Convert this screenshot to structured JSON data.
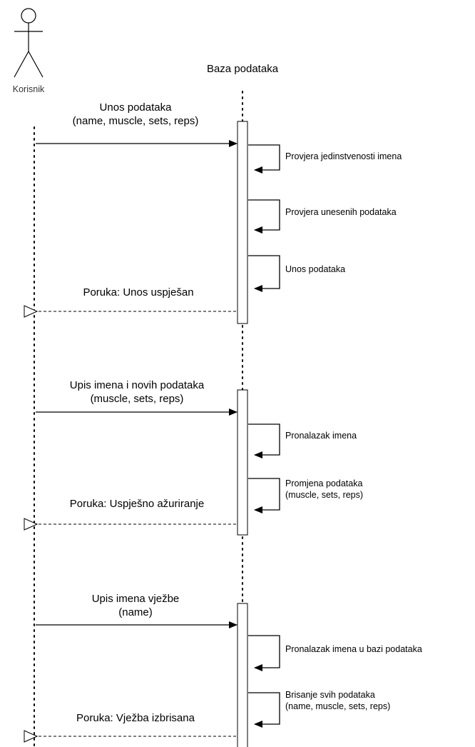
{
  "actors": {
    "user": {
      "label": "Korisnik"
    },
    "database": {
      "label": "Baza podataka"
    }
  },
  "interactions": [
    {
      "request_lines": [
        "Unos podataka",
        "(name, muscle, sets, reps)"
      ],
      "self_calls": [
        {
          "lines": [
            "Provjera jedinstvenosti imena"
          ]
        },
        {
          "lines": [
            "Provjera unesenih podataka"
          ]
        },
        {
          "lines": [
            "Unos podataka"
          ]
        }
      ],
      "response": "Poruka: Unos uspješan"
    },
    {
      "request_lines": [
        "Upis imena i novih podataka",
        "(muscle, sets, reps)"
      ],
      "self_calls": [
        {
          "lines": [
            "Pronalazak imena"
          ]
        },
        {
          "lines": [
            "Promjena podataka",
            "(muscle, sets, reps)"
          ]
        }
      ],
      "response": "Poruka: Uspješno ažuriranje"
    },
    {
      "request_lines": [
        "Upis imena vježbe",
        "(name)"
      ],
      "self_calls": [
        {
          "lines": [
            "Pronalazak imena u bazi podataka"
          ]
        },
        {
          "lines": [
            "Brisanje svih podataka",
            "(name, muscle, sets, reps)"
          ]
        }
      ],
      "response": "Poruka: Vježba izbrisana"
    }
  ]
}
